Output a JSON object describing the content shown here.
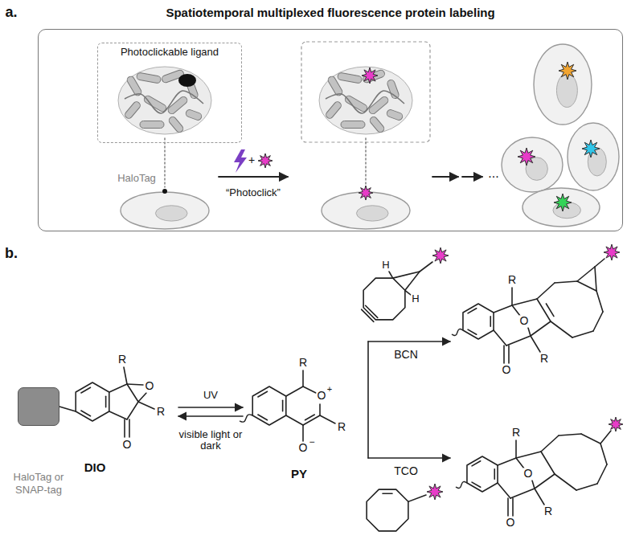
{
  "diagram": {
    "nodes": [
      {
        "text": [
          "Spatiotemporal multiplexed fluorescence protein labeling"
        ]
      },
      {
        "text": [
          "Photoclickable ligand"
        ],
        "in": 0
      },
      {
        "text": [
          "HaloTag or SNAP-tag"
        ]
      }
    ],
    "labels": [
      "a.",
      "HaloTag",
      "+",
      "“Photoclick”",
      "...",
      "b.",
      "R",
      "O",
      "R",
      "O",
      "DIO",
      "UV",
      "visible light or dark",
      "R",
      "O",
      "+",
      "R",
      "O",
      "−",
      "PY",
      "H",
      "H",
      "BCN",
      "R",
      "O",
      "R",
      "O",
      "TCO",
      "R",
      "O",
      "R",
      "O"
    ]
  }
}
